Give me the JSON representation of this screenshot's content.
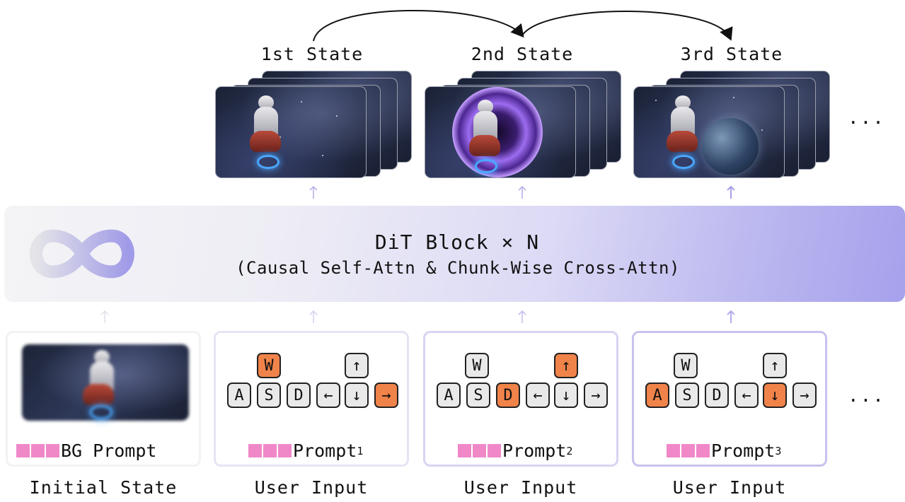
{
  "states": [
    {
      "title": "1st State"
    },
    {
      "title": "2nd State"
    },
    {
      "title": "3rd State"
    }
  ],
  "ellipsis": "...",
  "dit": {
    "title": "DiT Block × N",
    "subtitle": "(Causal Self-Attn & Chunk-Wise Cross-Attn)"
  },
  "initial": {
    "prompt": "BG Prompt",
    "caption": "Initial State"
  },
  "inputs": [
    {
      "prompt": "Prompt",
      "sub": "1",
      "caption": "User Input"
    },
    {
      "prompt": "Prompt",
      "sub": "2",
      "caption": "User Input"
    },
    {
      "prompt": "Prompt",
      "sub": "3",
      "caption": "User Input"
    }
  ],
  "keys": {
    "w": "W",
    "a": "A",
    "s": "S",
    "d": "D",
    "up": "↑",
    "left": "←",
    "down": "↓",
    "right": "→"
  },
  "colors": {
    "active_key": "#f0834a",
    "prompt_token": "#f088c8",
    "dit_accent": "#a6a1ec"
  }
}
